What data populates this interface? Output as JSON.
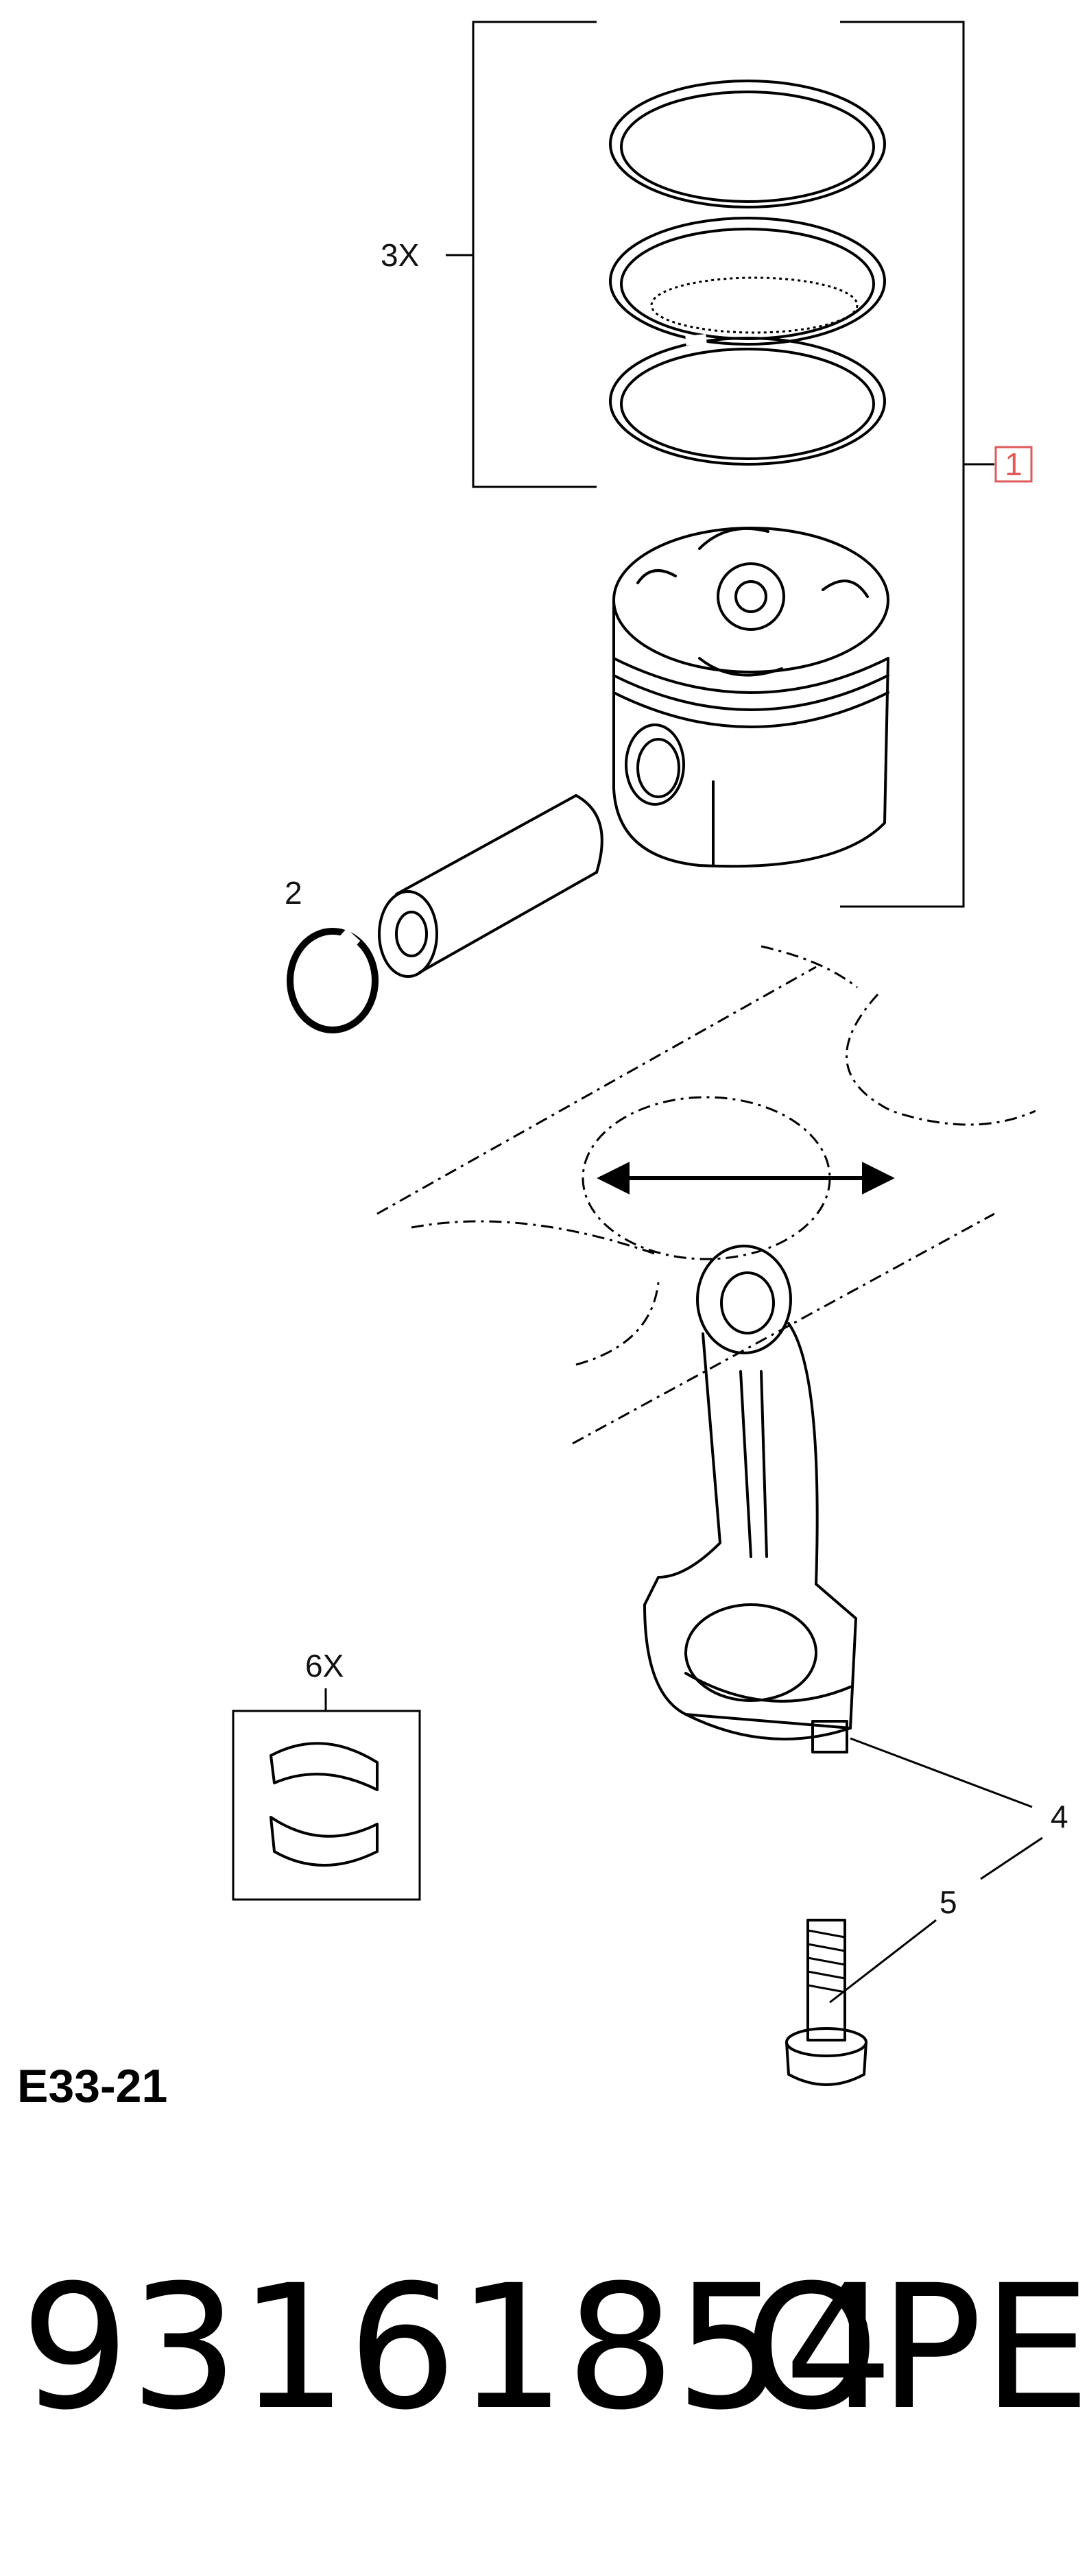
{
  "callouts": {
    "rings_qty": "3X",
    "ref_1": "1",
    "ref_2": "2",
    "bearings_qty": "6X",
    "ref_4": "4",
    "ref_5": "5"
  },
  "diagram_code": "E33-21",
  "part_number": "93161854",
  "brand": "OPEL",
  "colors": {
    "ref_box": "#e05a5a",
    "line": "#000000"
  }
}
